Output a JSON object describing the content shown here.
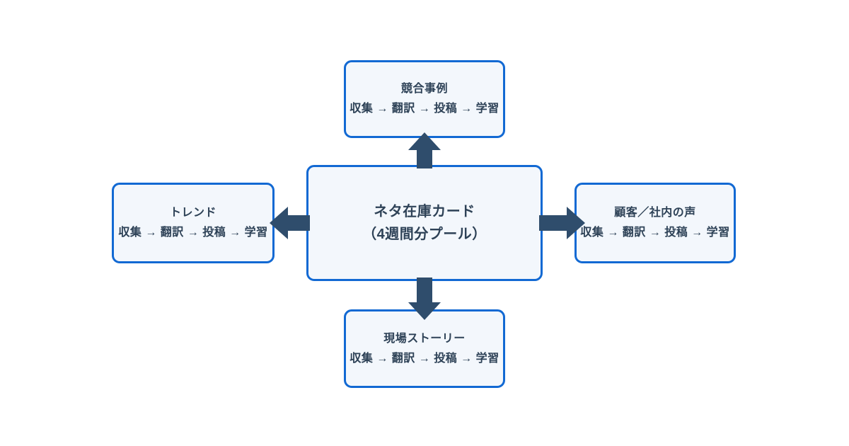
{
  "colors": {
    "page_bg": "#ffffff",
    "node_border": "#1269d3",
    "node_fill": "#f3f7fc",
    "arrow": "#2f4d6c",
    "text": "#2e4257"
  },
  "diagram": {
    "center_node": {
      "title_line1": "ネタ在庫カード",
      "title_line2": "（4週間分プール）"
    },
    "nodes": {
      "top": {
        "title": "競合事例",
        "pipeline": "収集 → 翻訳 → 投稿 → 学習"
      },
      "left": {
        "title": "トレンド",
        "pipeline": "収集 → 翻訳 → 投稿 → 学習"
      },
      "right": {
        "title": "顧客／社内の声",
        "pipeline": "収集 → 翻訳 → 投稿 → 学習"
      },
      "bottom": {
        "title": "現場ストーリー",
        "pipeline": "収集 → 翻訳 → 投稿 → 学習"
      }
    }
  }
}
